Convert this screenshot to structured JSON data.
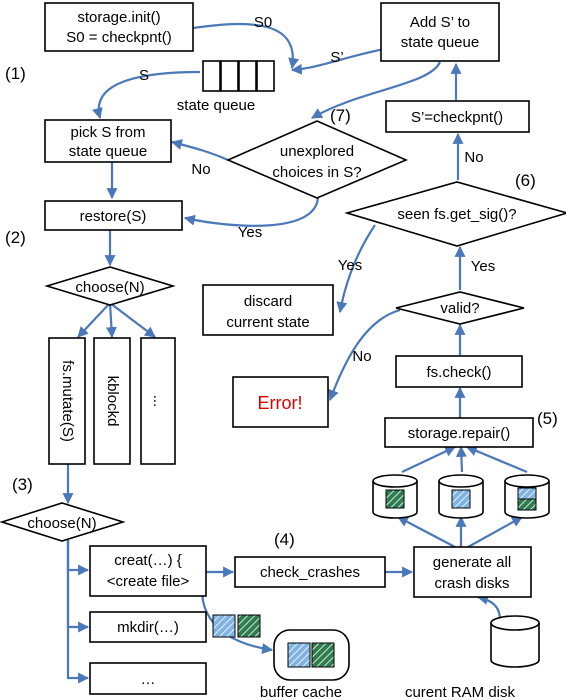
{
  "nodes": {
    "init_line1": "storage.init()",
    "init_line2": "S0 = checkpnt()",
    "add_line1": "Add S’ to",
    "add_line2": "state queue",
    "state_queue": "state queue",
    "pick_line1": "pick S from",
    "pick_line2": "state queue",
    "unexplored_line1": "unexplored",
    "unexplored_line2": "choices in S?",
    "checkpnt": "S’=checkpnt()",
    "restore": "restore(S)",
    "seen": "seen fs.get_sig()?",
    "choose1": "choose(N)",
    "discard_line1": "discard",
    "discard_line2": "current state",
    "valid": "valid?",
    "fs_mutate": "fs.mutate(S)",
    "kblockd": "kblockd",
    "ellipsis_col": "...",
    "fs_check": "fs.check()",
    "error": "Error!",
    "repair": "storage.repair()",
    "choose2": "choose(N)",
    "creat_line1": "creat(…) {",
    "creat_line2": "<create file>",
    "check_crashes": "check_crashes",
    "generate_line1": "generate all",
    "generate_line2": "crash disks",
    "mkdir": "mkdir(…)",
    "ellipsis_bottom": "…",
    "buffer_cache": "buffer cache",
    "ram_disk": "curent RAM disk"
  },
  "edge_labels": {
    "s0": "S0",
    "s_prime": "S’",
    "s": "S",
    "no1": "No",
    "yes1": "Yes",
    "no2": "No",
    "yes2": "Yes",
    "yes3": "Yes",
    "no3": "No"
  },
  "step_labels": [
    "(1)",
    "(2)",
    "(3)",
    "(4)",
    "(5)",
    "(6)",
    "(7)"
  ],
  "colors": {
    "arrow": "#4a78b8",
    "error_text": "#e00000",
    "green_block": "#2e7d4f",
    "blue_block": "#7fb3e6"
  }
}
